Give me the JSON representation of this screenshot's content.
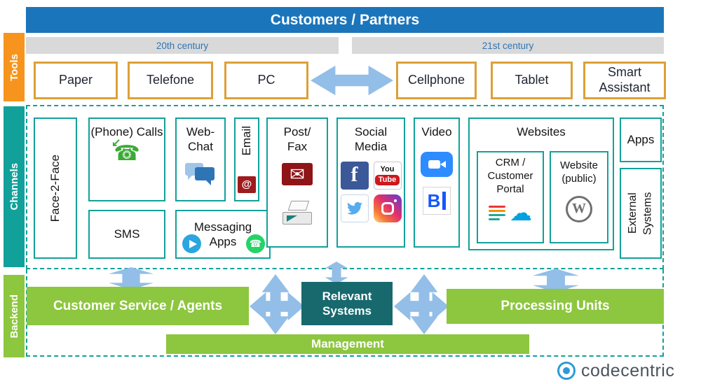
{
  "header": {
    "title": "Customers / Partners"
  },
  "eras": {
    "left": "20th century",
    "right": "21st century"
  },
  "side_labels": {
    "tools": "Tools",
    "channels": "Channels",
    "backend": "Backend"
  },
  "tools": {
    "paper": "Paper",
    "telefone": "Telefone",
    "pc": "PC",
    "cellphone": "Cellphone",
    "tablet": "Tablet",
    "smart_assistant": "Smart Assistant"
  },
  "channels": {
    "face2face": "Face-2-Face",
    "phone_calls": "(Phone) Calls",
    "sms": "SMS",
    "web_chat": "Web-Chat",
    "email": "Email",
    "messaging_apps": "Messaging Apps",
    "post_fax": "Post/ Fax",
    "social_media": "Social Media",
    "video": "Video",
    "websites": "Websites",
    "crm_portal": "CRM / Customer Portal",
    "website_public": "Website (public)",
    "apps": "Apps",
    "external_systems": "External Systems"
  },
  "backend": {
    "customer_service": "Customer Service / Agents",
    "relevant_systems": "Relevant Systems",
    "processing_units": "Processing Units",
    "management": "Management"
  },
  "icons": {
    "facebook": "f",
    "youtube_top": "You",
    "youtube_bottom": "Tube",
    "bluejeans": "B",
    "wordpress": "W",
    "email_at": "@",
    "envelope": "✉",
    "phone": "☎",
    "phone_arrow": "↙",
    "whatsapp": "☎",
    "cloud": "☁"
  },
  "logo": {
    "text": "codecentric"
  },
  "colors": {
    "header_blue": "#1B75BB",
    "era_text_blue": "#2E75B6",
    "era_gray": "#D9D9D9",
    "orange_label": "#F7941D",
    "orange_border": "#DDA037",
    "teal": "#12A19A",
    "green": "#8DC63F",
    "dark_teal": "#17696E",
    "arrow_blue": "#92BEE8"
  }
}
